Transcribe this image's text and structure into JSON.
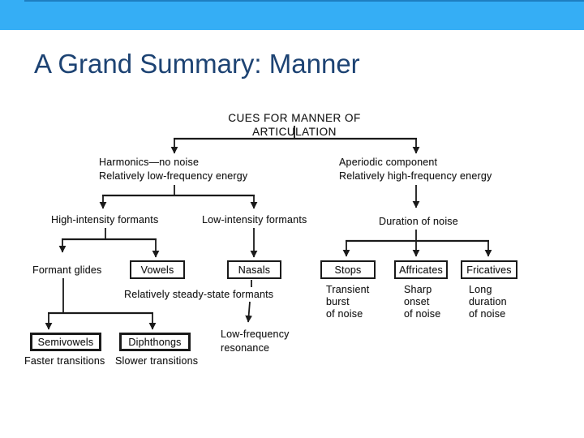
{
  "slide": {
    "title": "A Grand Summary: Manner"
  },
  "colors": {
    "top_bar": "#35aef5",
    "top_bar_edge": "#1e7ec0",
    "title_text": "#1d4373",
    "ink": "#1a1a1a"
  },
  "diagram": {
    "root": "CUES FOR MANNER OF ARTICULATION",
    "left_branch": "Harmonics—no noise\nRelatively low-frequency energy",
    "right_branch": "Aperiodic component\nRelatively high-frequency energy",
    "high_intensity": "High-intensity formants",
    "low_intensity": "Low-intensity formants",
    "duration_of_noise": "Duration of noise",
    "formant_glides": "Formant glides",
    "vowels": "Vowels",
    "nasals": "Nasals",
    "stops": "Stops",
    "affricates": "Affricates",
    "fricatives": "Fricatives",
    "steady_state": "Relatively steady-state formants",
    "low_frequency_resonance": "Low-frequency\nresonance",
    "stops_cue": "Transient\nburst\nof noise",
    "affricates_cue": "Sharp\nonset\nof noise",
    "fricatives_cue": "Long\nduration\nof noise",
    "semivowels": "Semivowels",
    "diphthongs": "Diphthongs",
    "semivowels_cue": "Faster transitions",
    "diphthongs_cue": "Slower transitions"
  }
}
